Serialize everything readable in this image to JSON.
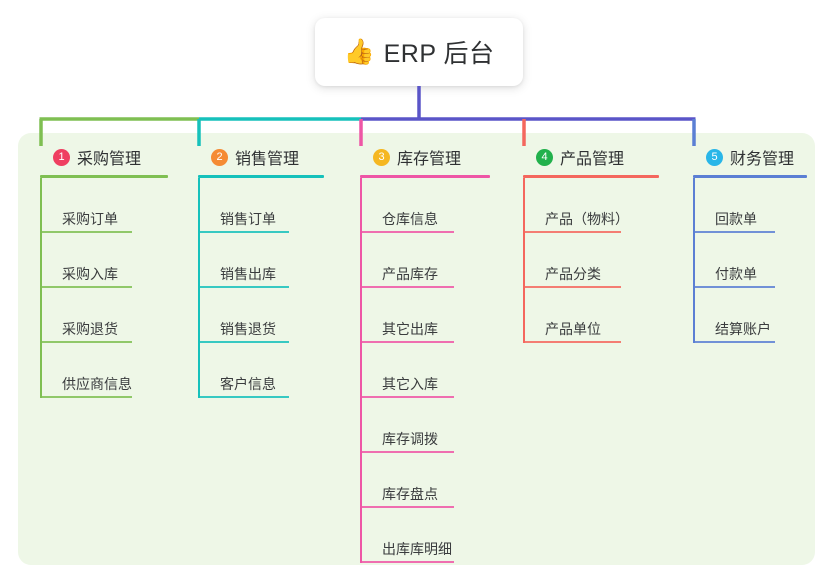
{
  "diagram": {
    "type": "org-tree",
    "root": {
      "icon": "thumbs-up-icon",
      "icon_glyph": "👍",
      "label": "ERP 后台"
    },
    "panel_background": "#eef7e7",
    "canvas_background": "#ffffff",
    "trunk_color": "#5a55c8",
    "columns": [
      {
        "index": "1",
        "badge_number": "1",
        "badge_color": "#ef3f61",
        "line_color": "#7fbf52",
        "title": "采购管理",
        "items": [
          "采购订单",
          "采购入库",
          "采购退货",
          "供应商信息"
        ]
      },
      {
        "index": "2",
        "badge_number": "2",
        "badge_color": "#f58b34",
        "line_color": "#16c1bb",
        "title": "销售管理",
        "items": [
          "销售订单",
          "销售出库",
          "销售退货",
          "客户信息"
        ]
      },
      {
        "index": "3",
        "badge_number": "3",
        "badge_color": "#f5b721",
        "line_color": "#ee56a6",
        "title": "库存管理",
        "items": [
          "仓库信息",
          "产品库存",
          "其它出库",
          "其它入库",
          "库存调拨",
          "库存盘点",
          "出库库明细"
        ]
      },
      {
        "index": "4",
        "badge_number": "4",
        "badge_color": "#22b14c",
        "line_color": "#f4675e",
        "title": "产品管理",
        "items": [
          "产品（物料）",
          "产品分类",
          "产品单位"
        ]
      },
      {
        "index": "5",
        "badge_number": "5",
        "badge_color": "#29b6e8",
        "line_color": "#5b7fd4",
        "title": "财务管理",
        "items": [
          "回款单",
          "付款单",
          "结算账户"
        ]
      }
    ]
  }
}
